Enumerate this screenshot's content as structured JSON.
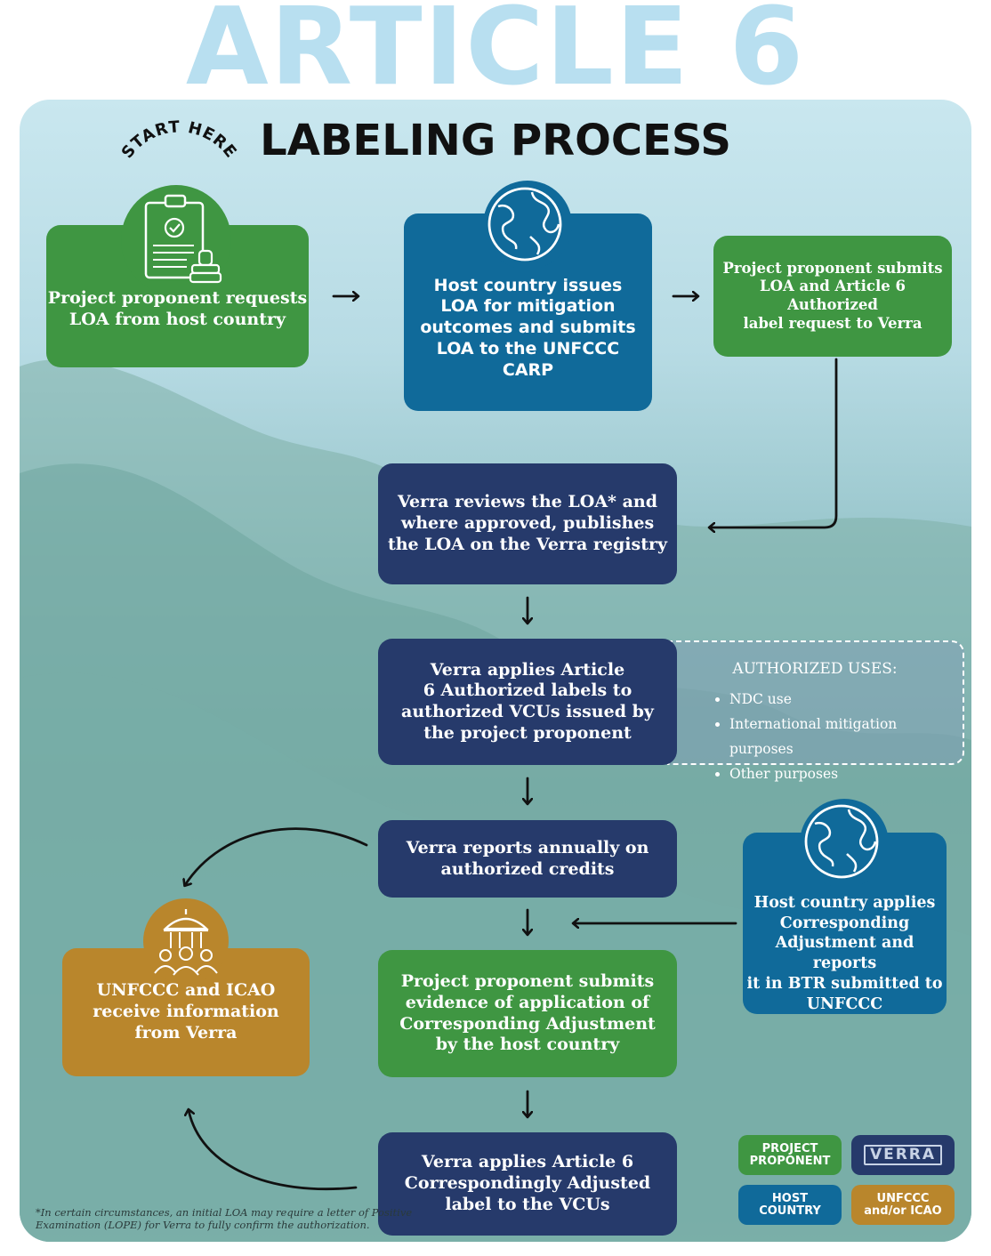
{
  "hero_title": "ARTICLE 6",
  "subtitle": "LABELING PROCESS",
  "start_here": "START HERE",
  "steps": {
    "request_loa": "Project proponent requests\nLOA from host country",
    "host_issues": "Host country issues\nLOA for mitigation\noutcomes and submits\nLOA to the UNFCCC\nCARP",
    "submit_label": "Project proponent submits\nLOA and Article 6 Authorized\nlabel request to Verra",
    "verra_reviews": "Verra reviews the LOA* and\nwhere approved, publishes\nthe LOA on the Verra registry",
    "verra_applies": "Verra applies Article\n6 Authorized labels to\nauthorized VCUs issued by\nthe project proponent",
    "verra_reports": "Verra reports annually on\nauthorized credits",
    "host_ca": "Host country applies\nCorresponding\nAdjustment and reports\nit in BTR submitted to\nUNFCCC",
    "submit_evidence": "Project proponent submits\nevidence of application of\nCorresponding Adjustment\nby the host country",
    "unfccc_receive": "UNFCCC and ICAO\nreceive information\nfrom Verra",
    "verra_ca_label": "Verra applies Article 6\nCorrespondingly Adjusted\nlabel to the VCUs"
  },
  "authorized_uses": {
    "title": "AUTHORIZED USES:",
    "items": [
      "NDC use",
      "International mitigation purposes",
      "Other purposes"
    ]
  },
  "legend": {
    "project_proponent": "PROJECT\nPROPONENT",
    "verra": "VERRA",
    "host_country": "HOST\nCOUNTRY",
    "unfccc_icao": "UNFCCC\nand/or ICAO"
  },
  "footnote": "*In certain circumstances, an initial LOA may require a letter of Positive Examination (LOPE) for Verra to fully confirm the authorization.",
  "colors": {
    "project_proponent": "#3f9642",
    "host_country": "#106a9a",
    "verra": "#263a6b",
    "unfccc_icao": "#b9862c"
  },
  "icons": [
    "clipboard-stamp-icon",
    "globe-icon",
    "globe-icon",
    "institution-people-icon"
  ]
}
